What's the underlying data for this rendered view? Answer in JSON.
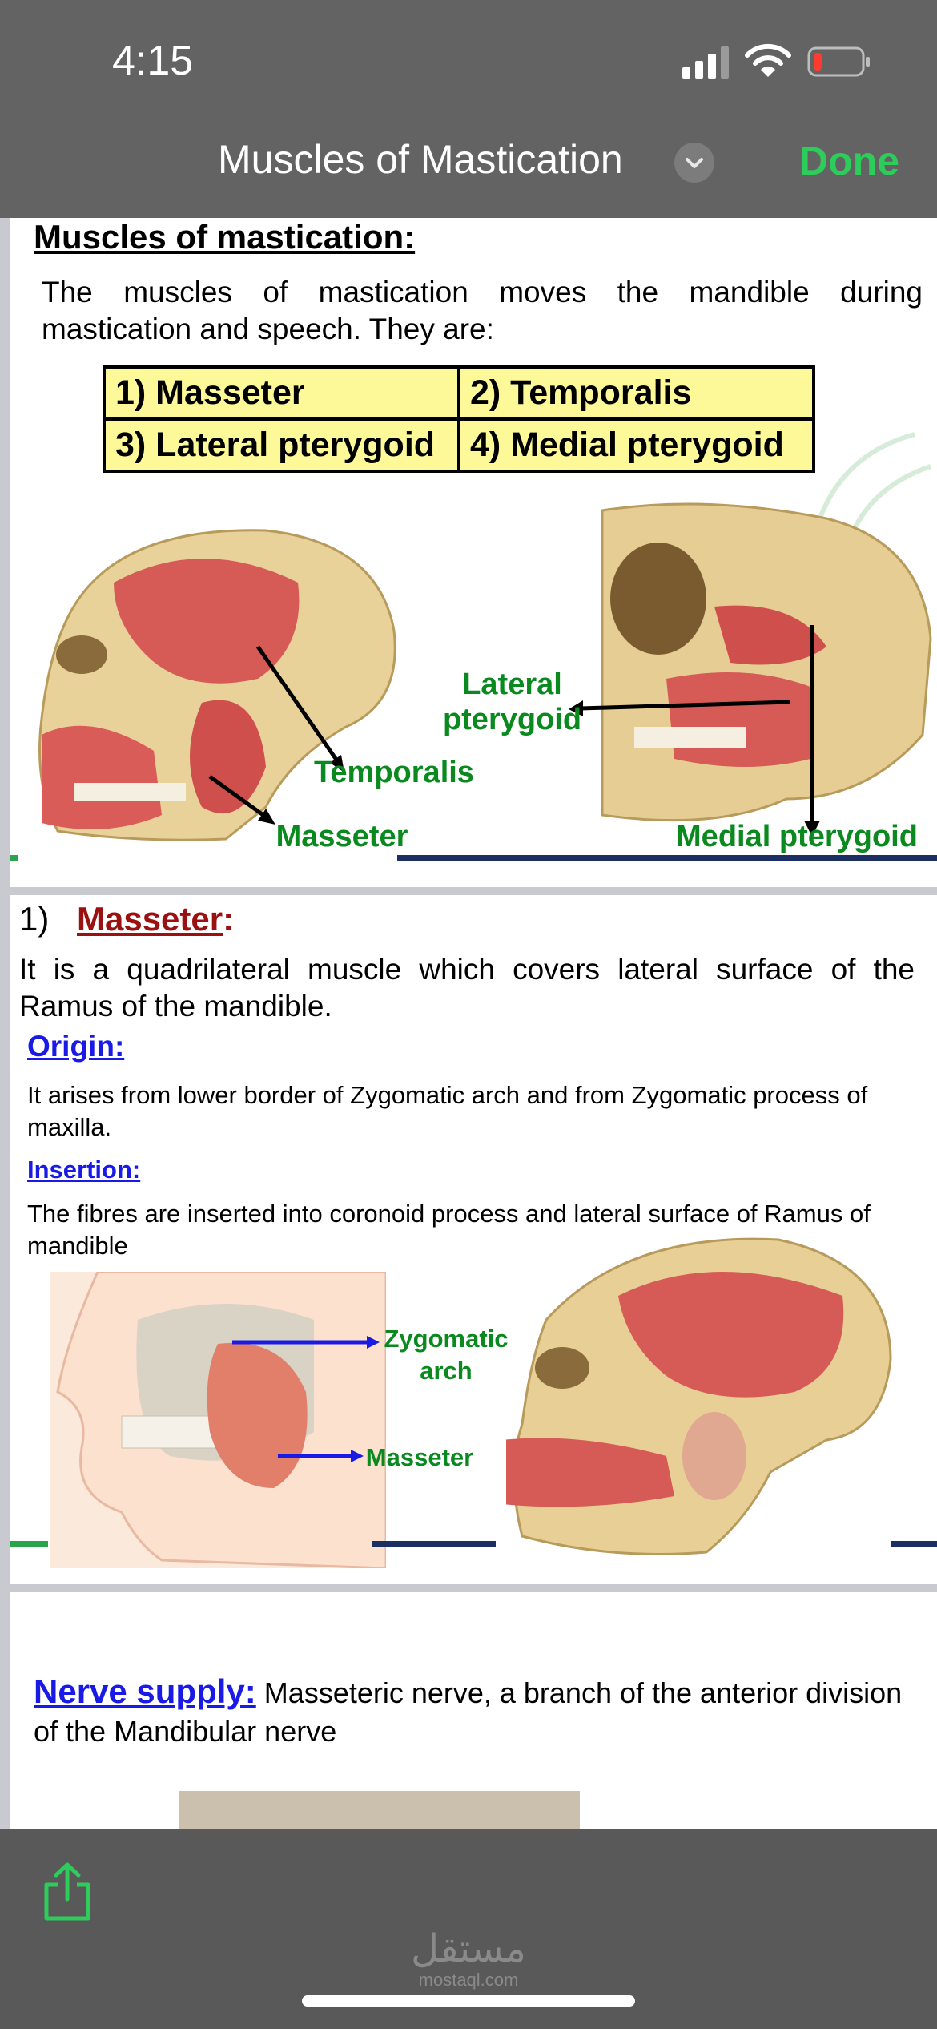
{
  "status": {
    "time": "4:15"
  },
  "nav": {
    "title": "Muscles of Mastication",
    "done": "Done",
    "chevron": "chevron-down-icon"
  },
  "page1": {
    "heading": "Muscles of mastication",
    "heading_colon": ":",
    "intro": "The muscles of mastication moves the mandible during mastication and speech. They are:",
    "table": [
      [
        "1) Masseter",
        "2) Temporalis"
      ],
      [
        "3) Lateral pterygoid",
        "4) Medial pterygoid"
      ]
    ],
    "labels": {
      "lateral": "Lateral\npterygoid",
      "temporalis": "Temporalis",
      "masseter": "Masseter",
      "medial": "Medial pterygoid"
    }
  },
  "page2": {
    "number": "1)",
    "title": "Masseter",
    "title_colon": ":",
    "intro": "It is a quadrilateral muscle which covers lateral surface of the Ramus of the mandible.",
    "origin_label": "Origin:",
    "origin_text": "It arises from lower border of Zygomatic arch and from Zygomatic process of maxilla.",
    "insertion_label": "Insertion:",
    "insertion_text": "The fibres are inserted into coronoid process and lateral surface of Ramus of mandible",
    "labels": {
      "zygomatic": "Zygomatic\narch",
      "masseter": "Masseter"
    }
  },
  "page3": {
    "nerve_label": "Nerve supply:",
    "nerve_text": "Masseteric nerve, a branch of the anterior division of the Mandibular nerve"
  },
  "toolbar": {
    "share": "share-icon"
  },
  "watermark": {
    "arabic": "مستقل",
    "latin": "mostaql.com"
  },
  "colors": {
    "bars": "#636363",
    "done": "#2ecc5a",
    "label_green": "#0a8a1e",
    "link_blue": "#1a1ae6",
    "title_red": "#9b1010",
    "table_fill": "#fdf998"
  }
}
